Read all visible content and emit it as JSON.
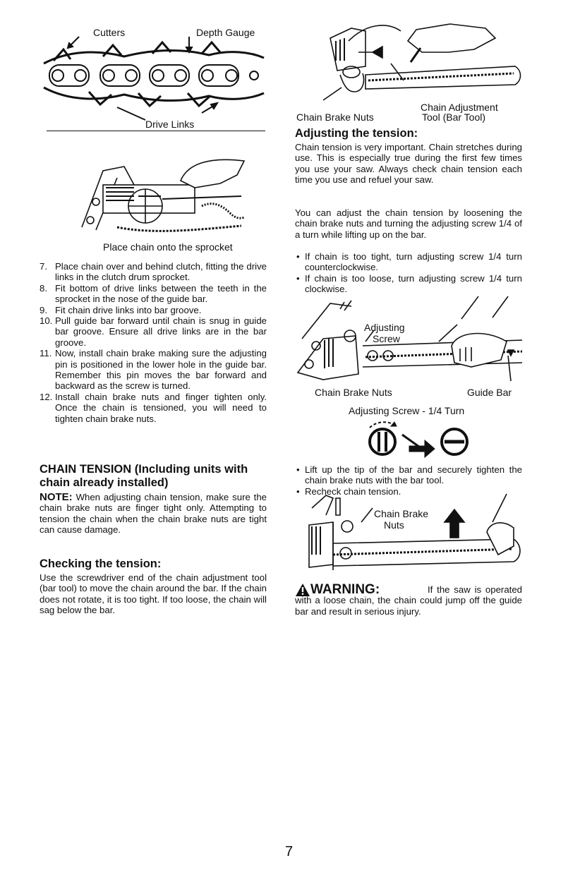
{
  "figure_chain": {
    "label_cutters": "Cutters",
    "label_depth_gauge": "Depth Gauge",
    "label_drive_links": "Drive Links"
  },
  "figure_sprocket": {
    "caption": "Place chain onto the sprocket"
  },
  "steps": [
    {
      "num": "7.",
      "text": "Place chain over and behind clutch, fitting the drive links in the clutch drum sprocket."
    },
    {
      "num": "8.",
      "text": "Fit bottom of drive links between the teeth in the sprocket in the nose of the guide bar."
    },
    {
      "num": "9.",
      "text": "Fit chain drive links into bar groove."
    },
    {
      "num": "10.",
      "text": "Pull guide bar forward until chain is snug in guide bar groove. Ensure all drive links are in the bar groove."
    },
    {
      "num": "11.",
      "text": "Now, install chain brake making sure the adjusting pin is positioned in the lower hole in the guide bar. Remember this pin moves the bar forward and backward as the screw is turned."
    },
    {
      "num": "12.",
      "text": "Install chain brake nuts and finger tighten only. Once the chain is tensioned, you will need to tighten chain brake nuts."
    }
  ],
  "chain_tension": {
    "heading": "CHAIN TENSION (Including units with chain already installed)",
    "note_label": "NOTE:",
    "note_text": "When adjusting chain tension, make sure the chain brake nuts are finger tight only. Attempting to tension the chain when the chain brake nuts are tight can cause damage."
  },
  "checking": {
    "heading": "Checking the tension:",
    "text": "Use the screwdriver end of the chain adjustment tool (bar tool) to move the chain around the bar. If the chain does not rotate, it is too tight. If too loose, the chain will sag below the bar."
  },
  "figure_tool": {
    "label_brake_nuts": "Chain Brake Nuts",
    "label_tool_line1": "Chain Adjustment",
    "label_tool_line2": "Tool (Bar Tool)"
  },
  "adjusting": {
    "heading": "Adjusting the tension:",
    "para1": "Chain tension is very important. Chain stretches during use. This is especially true during the first few times you use your saw. Always check chain tension each time you use and refuel your saw.",
    "para2": "You can adjust the chain tension by loosening the chain brake nuts and turning the adjusting screw 1/4 of a turn while lifting up on the bar.",
    "bullets": [
      "If chain is too tight, turn adjusting screw 1/4 turn counterclockwise.",
      "If chain is too loose, turn adjusting screw 1/4 turn clockwise."
    ]
  },
  "figure_screw": {
    "label_adjusting": "Adjusting",
    "label_screw": "Screw",
    "label_brake_nuts": "Chain Brake Nuts",
    "label_guide_bar": "Guide Bar",
    "caption": "Adjusting Screw - 1/4 Turn"
  },
  "bullets2": [
    "Lift up the tip of the bar and securely tighten the chain brake nuts with the bar tool.",
    "Recheck chain tension."
  ],
  "figure_brake": {
    "label_line1": "Chain Brake",
    "label_line2": "Nuts"
  },
  "warning": {
    "label": "WARNING:",
    "text": "If the saw is operated with a loose chain, the chain could jump off the guide bar and result in serious injury."
  },
  "page_number": "7"
}
